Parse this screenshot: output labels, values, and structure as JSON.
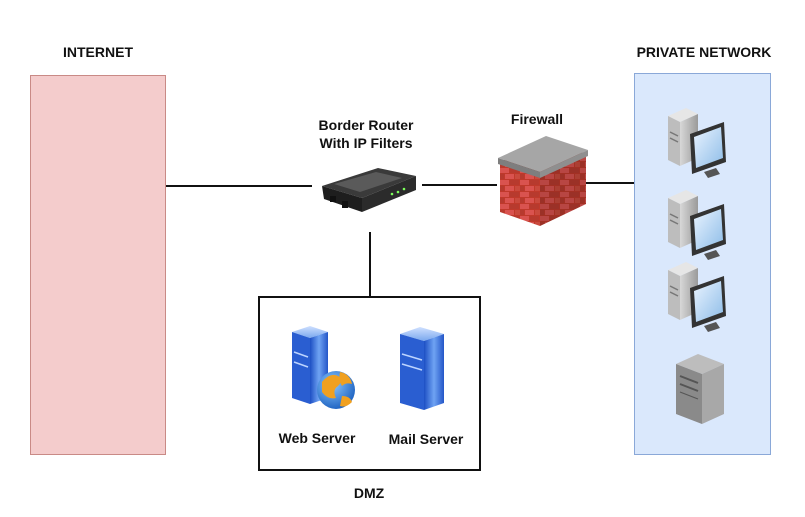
{
  "zones": {
    "internet": {
      "label": "INTERNET",
      "fill": "#f4cccc",
      "stroke": "#c98a86"
    },
    "private_network": {
      "label": "PRIVATE NETWORK",
      "fill": "#dae8fc",
      "stroke": "#8aa8d8"
    },
    "dmz": {
      "label": "DMZ"
    }
  },
  "devices": {
    "router": {
      "label_line1": "Border Router",
      "label_line2": "With IP Filters",
      "icon": "router-icon"
    },
    "firewall": {
      "label": "Firewall",
      "icon": "firewall-icon"
    },
    "web_server": {
      "label": "Web Server",
      "icon": "web-server-icon"
    },
    "mail_server": {
      "label": "Mail Server",
      "icon": "mail-server-icon"
    },
    "private_hosts": [
      {
        "icon": "workstation-icon"
      },
      {
        "icon": "workstation-icon"
      },
      {
        "icon": "workstation-icon"
      },
      {
        "icon": "server-tower-icon"
      }
    ]
  }
}
